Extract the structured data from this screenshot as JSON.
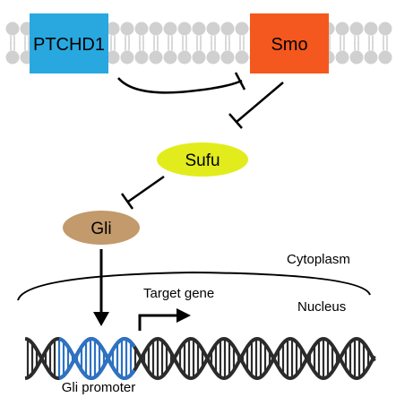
{
  "colors": {
    "ptchd1": "#29a8e0",
    "smo": "#f4581e",
    "sufu": "#e2ec1c",
    "gli": "#c29a6b",
    "membrane": "#d0d0d0",
    "dna_highlight": "#2d72c4",
    "dna_default": "#2b2b2b"
  },
  "nodes": {
    "ptchd1": "PTCHD1",
    "smo": "Smo",
    "sufu": "Sufu",
    "gli": "Gli"
  },
  "compartments": {
    "cytoplasm": "Cytoplasm",
    "nucleus": "Nucleus"
  },
  "annotations": {
    "target_gene": "Target gene",
    "gli_promoter": "Gli promoter"
  }
}
